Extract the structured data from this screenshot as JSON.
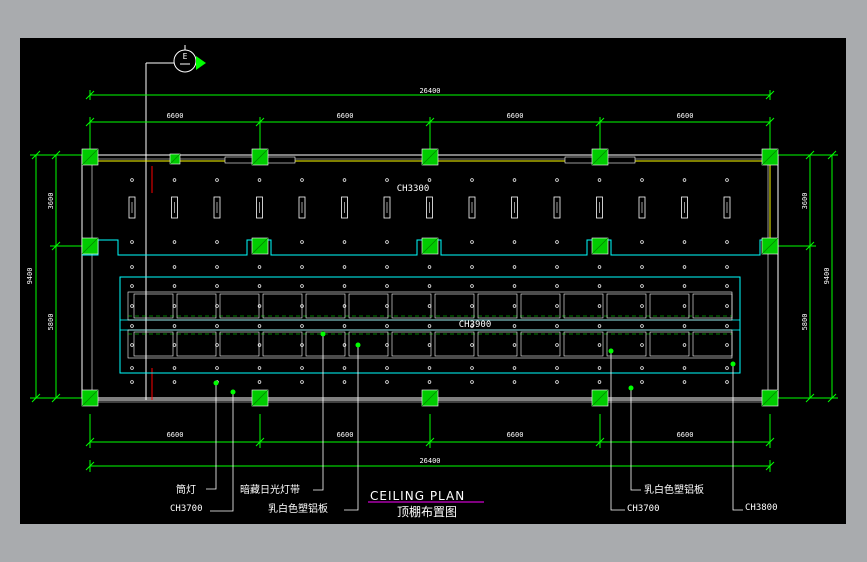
{
  "drawing": {
    "title_en": "CEILING PLAN",
    "title_cn": "顶棚布置图",
    "axis_marker": "E",
    "colors": {
      "background": "#000000",
      "frame": "#a9abae",
      "dimension": "#00ff00",
      "cyan": "#00ffff",
      "yellow": "#ffff00",
      "white": "#ffffff",
      "red": "#ff0000",
      "magenta": "#ff00ff",
      "column_fill": "#00cc00"
    }
  },
  "dimensions": {
    "overall_top": "26400",
    "overall_bottom": "26400",
    "bays_top": [
      "6600",
      "6600",
      "6600",
      "6600"
    ],
    "bays_bottom": [
      "6600",
      "6600",
      "6600",
      "6600"
    ],
    "left_total": "9400",
    "left_parts": [
      "3600",
      "5800"
    ],
    "right_total": "9400",
    "right_parts": [
      "3600",
      "5800"
    ]
  },
  "ceiling_heights": {
    "upper": "CH3300",
    "middle": "CH3900"
  },
  "annotations": {
    "downlight": "筒灯",
    "downlight_height": "CH3700",
    "cove_light": "暗藏日光灯带",
    "acrylic_panel_left": "乳白色塑铝板",
    "acrylic_panel_right": "乳白色塑铝板",
    "right_height_a": "CH3700",
    "right_height_b": "CH3800"
  }
}
